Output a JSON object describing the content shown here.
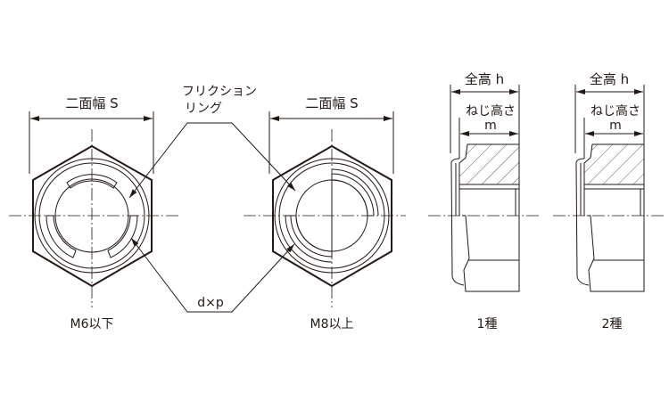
{
  "colors": {
    "line": "#231815",
    "background": "#ffffff"
  },
  "front_views": [
    {
      "dimension_label": "二面幅 S",
      "caption": "M6以下"
    },
    {
      "dimension_label": "二面幅 S",
      "caption": "M8以上"
    }
  ],
  "callouts": {
    "friction_ring_line1": "フリクション",
    "friction_ring_line2": "リング",
    "thread_spec": "d×p"
  },
  "side_views": [
    {
      "total_height_label": "全高 h",
      "thread_height_label": "ねじ高さ",
      "thread_height_symbol": "m",
      "caption": "1種"
    },
    {
      "total_height_label": "全高 h",
      "thread_height_label": "ねじ高さ",
      "thread_height_symbol": "m",
      "caption": "2種"
    }
  ]
}
